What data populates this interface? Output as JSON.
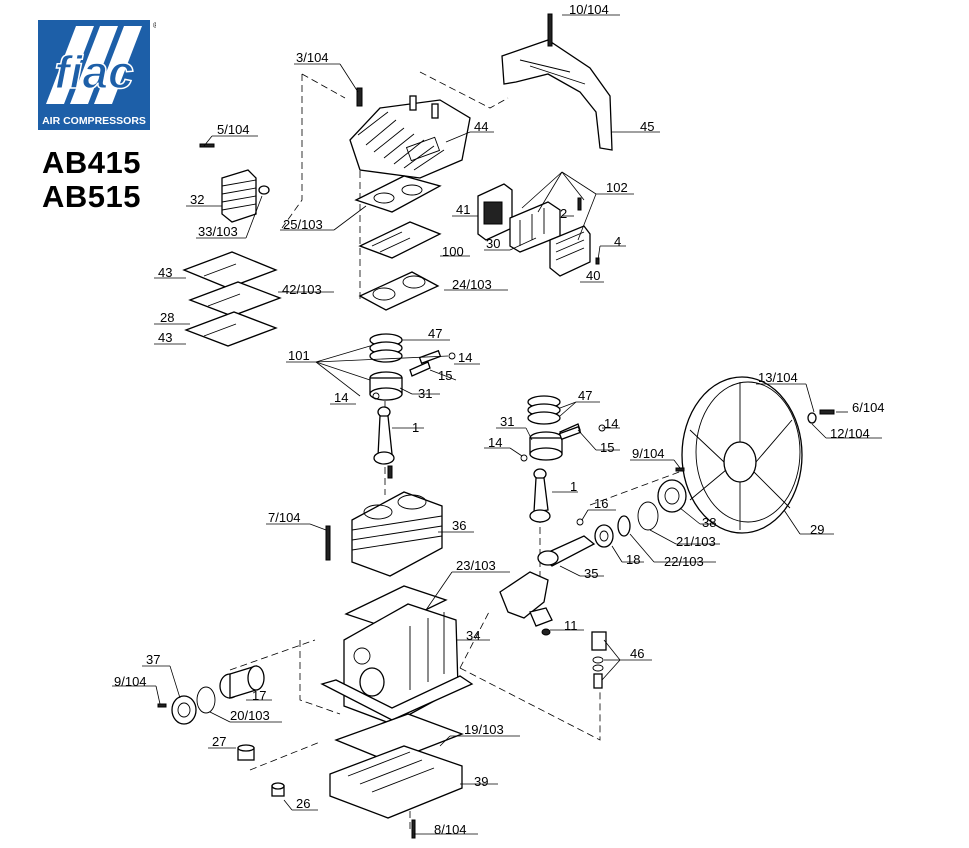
{
  "brand": {
    "logo_word": "fiac",
    "tagline": "AIR COMPRESSORS",
    "registered": "®",
    "colors": {
      "blue": "#1d5fa8",
      "white": "#ffffff",
      "black": "#000000"
    }
  },
  "models": [
    "AB415",
    "AB515"
  ],
  "labels": {
    "l_10_104": "10/104",
    "l_3_104": "3/104",
    "l_44": "44",
    "l_45": "45",
    "l_5_104": "5/104",
    "l_32": "32",
    "l_33_103": "33/103",
    "l_25_103": "25/103",
    "l_41": "41",
    "l_102": "102",
    "l_2": "2",
    "l_30": "30",
    "l_100": "100",
    "l_4": "4",
    "l_40": "40",
    "l_43a": "43",
    "l_42_103": "42/103",
    "l_24_103": "24/103",
    "l_28": "28",
    "l_43b": "43",
    "l_47a": "47",
    "l_101": "101",
    "l_14a": "14",
    "l_15a": "15",
    "l_14b": "14",
    "l_31a": "31",
    "l_1a": "1",
    "l_47b": "47",
    "l_31b": "31",
    "l_14c": "14",
    "l_13_104": "13/104",
    "l_6_104": "6/104",
    "l_14d": "14",
    "l_15b": "15",
    "l_12_104": "12/104",
    "l_9_104a": "9/104",
    "l_1b": "1",
    "l_16": "16",
    "l_38": "38",
    "l_7_104": "7/104",
    "l_36": "36",
    "l_21_103": "21/103",
    "l_29": "29",
    "l_18": "18",
    "l_22_103": "22/103",
    "l_23_103": "23/103",
    "l_35": "35",
    "l_11": "11",
    "l_34": "34",
    "l_46": "46",
    "l_37": "37",
    "l_9_104b": "9/104",
    "l_17": "17",
    "l_20_103": "20/103",
    "l_19_103": "19/103",
    "l_27": "27",
    "l_39": "39",
    "l_26": "26",
    "l_8_104": "8/104"
  }
}
